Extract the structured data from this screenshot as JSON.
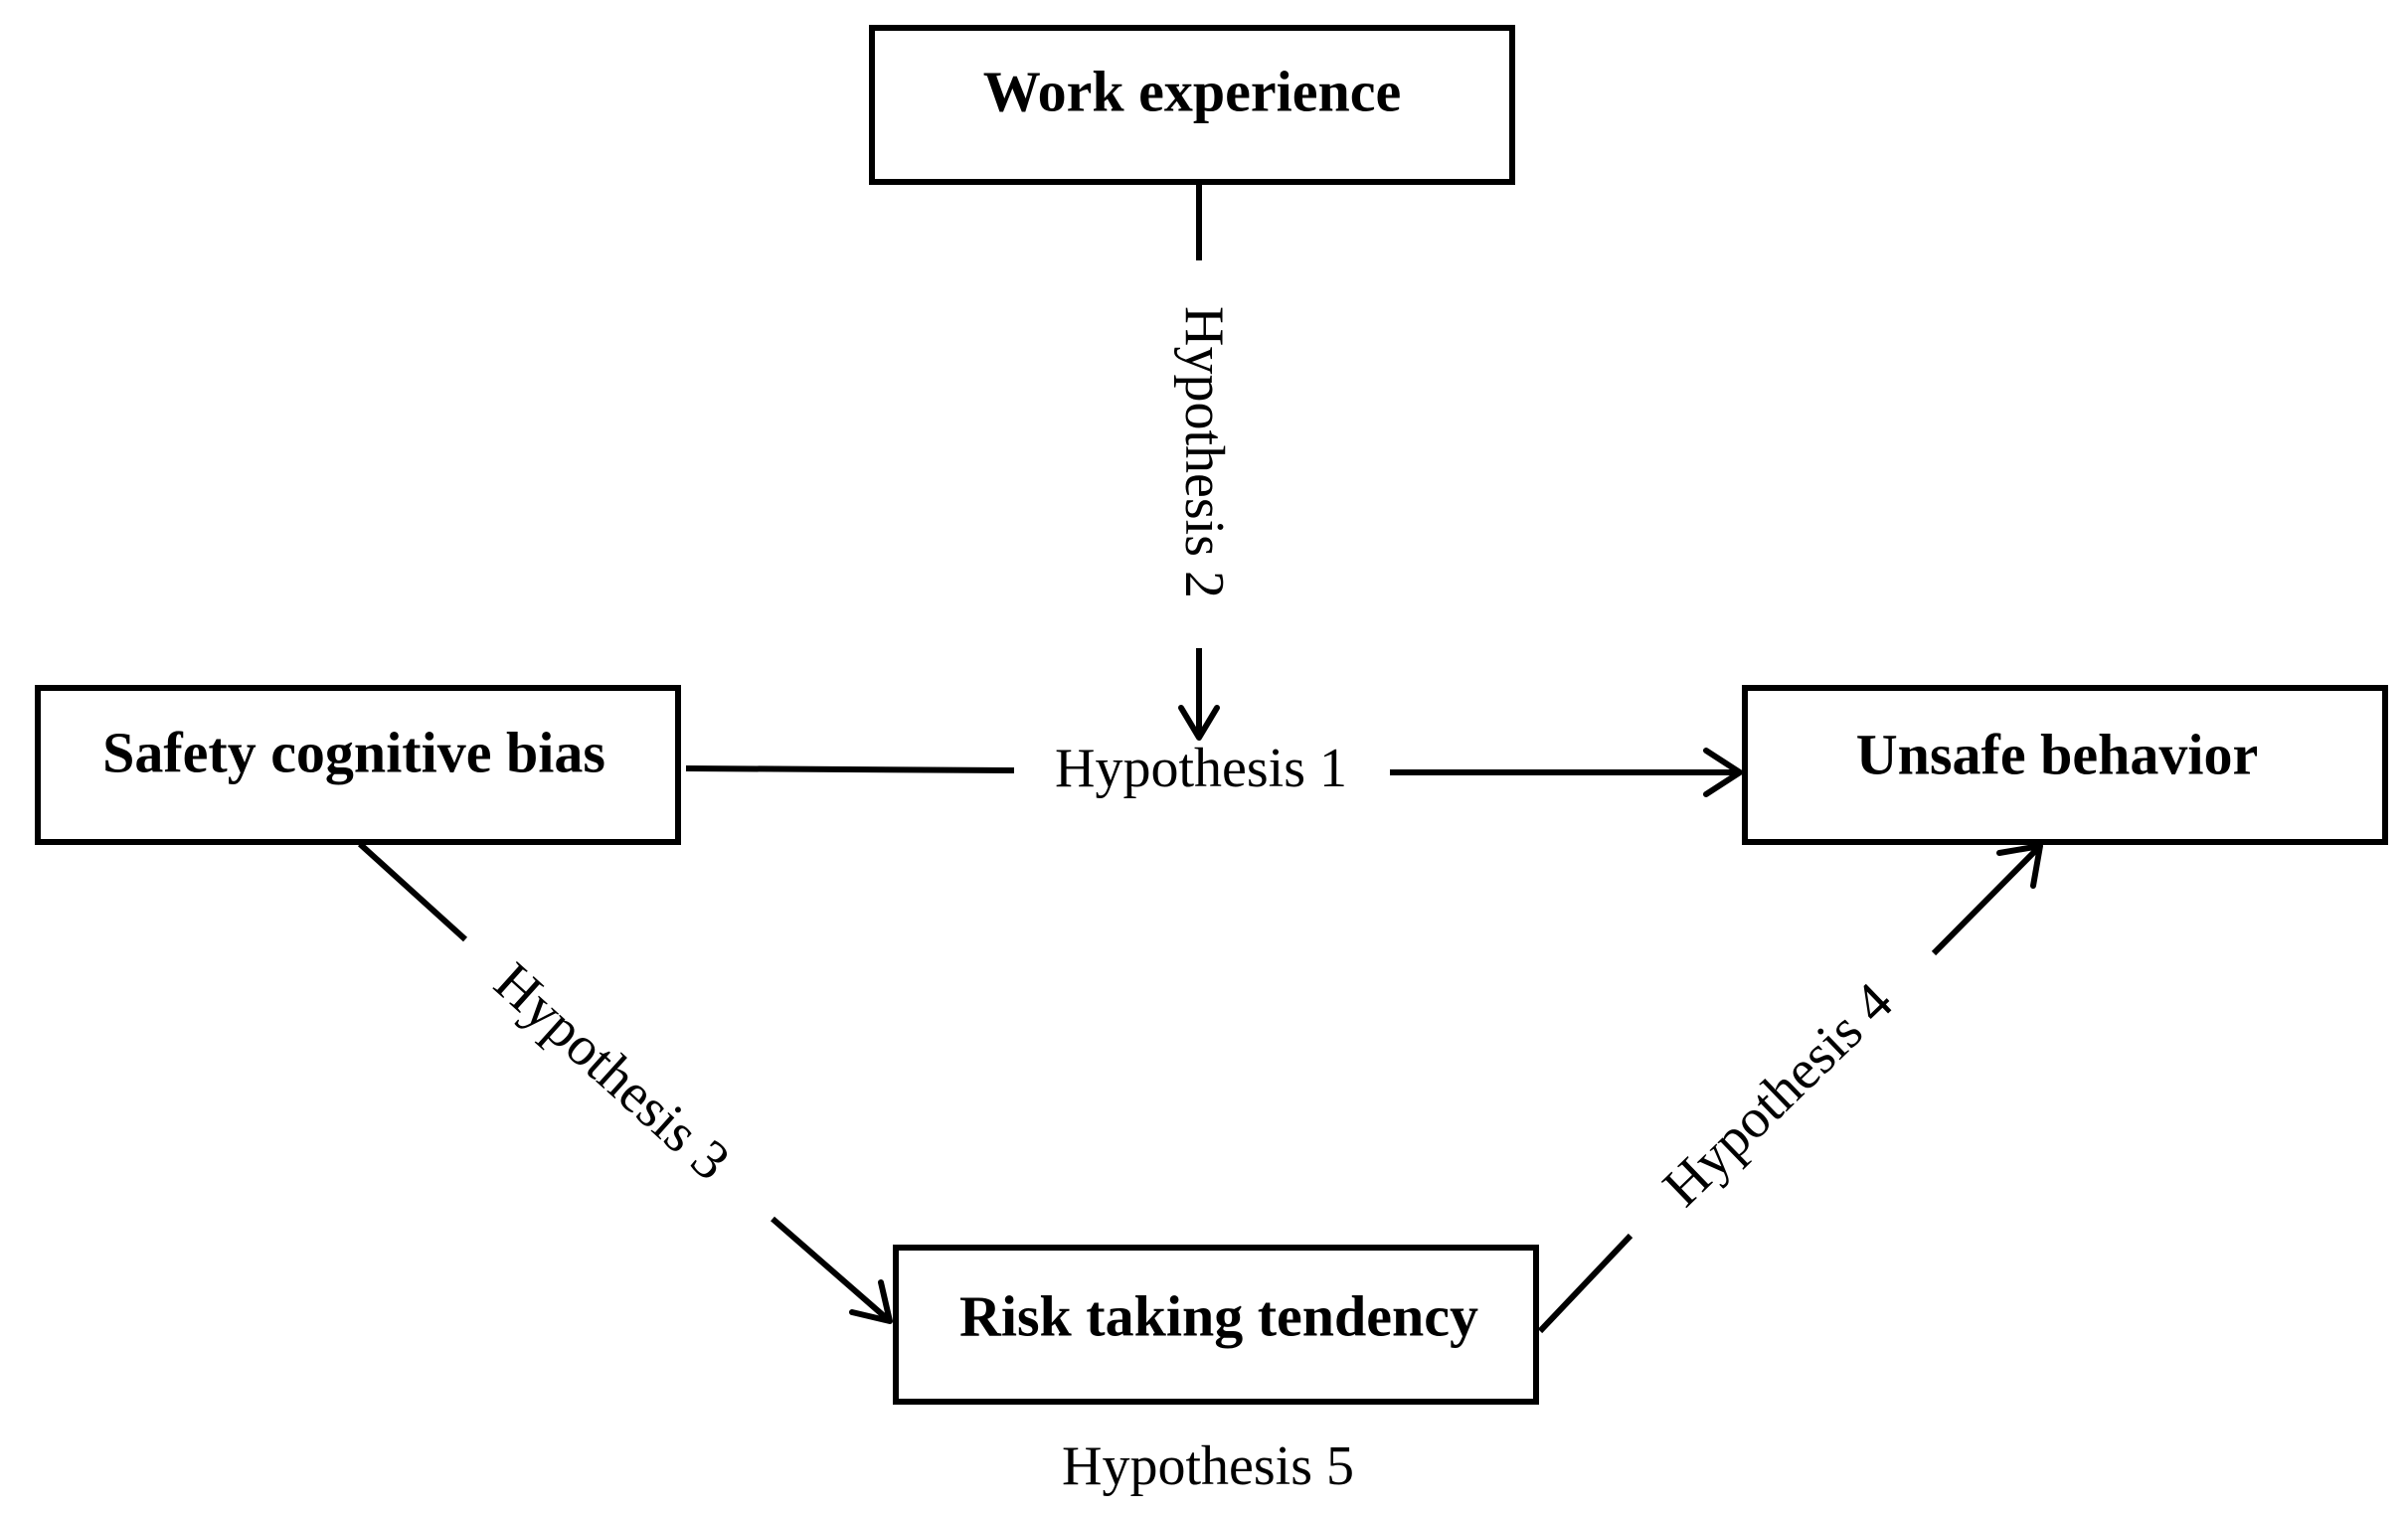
{
  "nodes": {
    "work_experience": "Work experience",
    "safety_cognitive_bias": "Safety cognitive bias",
    "unsafe_behavior": "Unsafe behavior",
    "risk_taking_tendency": "Risk taking tendency"
  },
  "edges": {
    "h1": "Hypothesis 1",
    "h2": "Hypothesis 2",
    "h3": "Hypothesis 3",
    "h4": "Hypothesis 4",
    "h5": "Hypothesis 5"
  },
  "colors": {
    "stroke": "#000000",
    "background": "#ffffff"
  }
}
